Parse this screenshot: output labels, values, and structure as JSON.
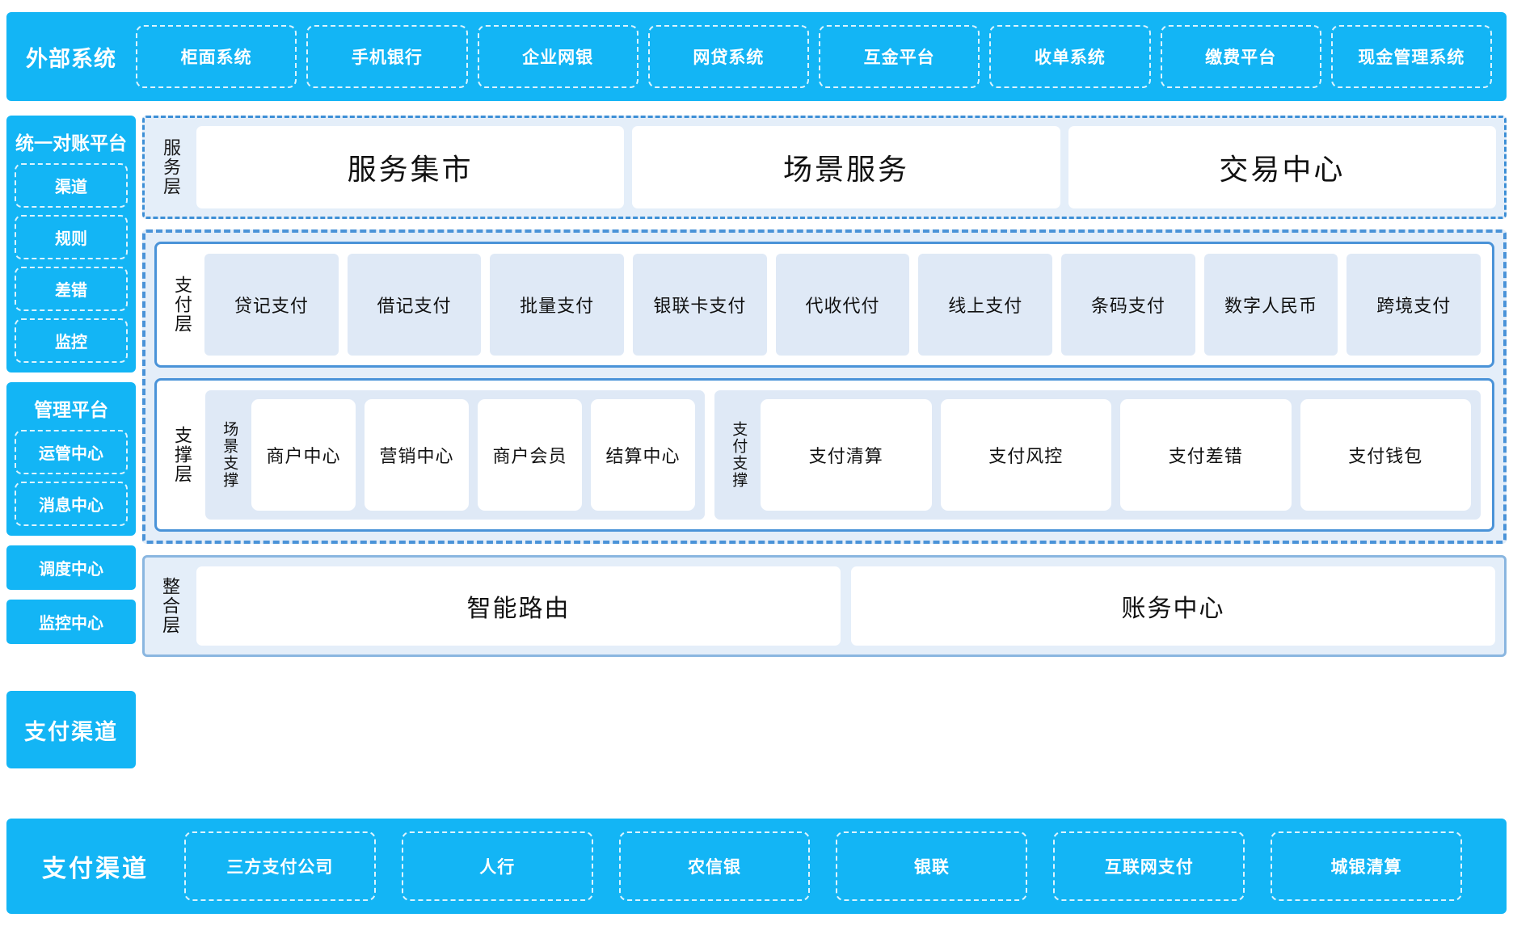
{
  "external_systems": {
    "title": "外部系统",
    "items": [
      "柜面系统",
      "手机银行",
      "企业网银",
      "网贷系统",
      "互金平台",
      "收单系统",
      "缴费平台",
      "现金管理系统"
    ]
  },
  "left_column": {
    "reconciliation_platform": {
      "title": "统一对账平台",
      "items": [
        "渠道",
        "规则",
        "差错",
        "监控"
      ]
    },
    "management_platform": {
      "title": "管理平台",
      "items": [
        "运管中心",
        "消息中心"
      ]
    },
    "standalone": [
      "调度中心",
      "监控中心"
    ],
    "payment_channel_label": "支付渠道"
  },
  "service_layer": {
    "label": "服务层",
    "items": [
      "服务集市",
      "场景服务",
      "交易中心"
    ]
  },
  "payment_layer": {
    "label": "支付层",
    "items": [
      "贷记支付",
      "借记支付",
      "批量支付",
      "银联卡支付",
      "代收代付",
      "线上支付",
      "条码支付",
      "数字人民币",
      "跨境支付"
    ]
  },
  "support_layer": {
    "label": "支撑层",
    "groups": [
      {
        "label": "场景支撑",
        "items": [
          "商户中心",
          "营销中心",
          "商户会员",
          "结算中心"
        ]
      },
      {
        "label": "支付支撑",
        "items": [
          "支付清算",
          "支付风控",
          "支付差错",
          "支付钱包"
        ]
      }
    ]
  },
  "integration_layer": {
    "label": "整合层",
    "items": [
      "智能路由",
      "账务中心"
    ]
  },
  "payment_channels": {
    "title": "支付渠道",
    "items": [
      "三方支付公司",
      "人行",
      "农信银",
      "银联",
      "互联网支付",
      "城银清算"
    ]
  },
  "colors": {
    "brand_blue": "#13b5f5",
    "panel_fill": "#e4eef9",
    "card_fill": "#dfe9f6",
    "border_blue": "#4a93d8",
    "white": "#ffffff"
  }
}
